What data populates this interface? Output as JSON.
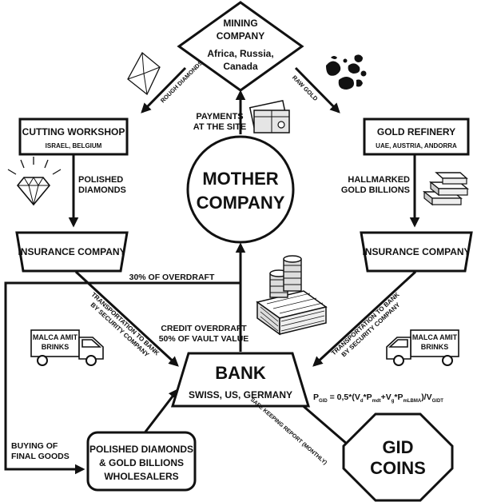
{
  "nodes": {
    "mining": {
      "line1": "MINING",
      "line2": "COMPANY",
      "line3": "Africa, Russia,",
      "line4": "Canada"
    },
    "cutting": {
      "title": "CUTTING WORKSHOP",
      "sub": "ISRAEL, BELGIUM"
    },
    "refinery": {
      "title": "GOLD REFINERY",
      "sub": "UAE, AUSTRIA, ANDORRA"
    },
    "mother": {
      "line1": "MOTHER",
      "line2": "COMPANY"
    },
    "insurance_left": {
      "title": "INSURANCE COMPANY"
    },
    "insurance_right": {
      "title": "INSURANCE COMPANY"
    },
    "bank": {
      "title": "BANK",
      "sub": "SWISS, US, GERMANY"
    },
    "wholesalers": {
      "line1": "POLISHED DIAMONDS",
      "line2": "& GOLD BILLIONS",
      "line3": "WHOLESALERS"
    },
    "gid": {
      "line1": "GID",
      "line2": "COINS"
    }
  },
  "edges": {
    "rough_diamonds": "ROUGH DIAMONDS",
    "raw_gold": "RAW GOLD",
    "payments_1": "PAYMENTS",
    "payments_2": "AT THE SITE",
    "polished_1": "POLISHED",
    "polished_2": "DIAMONDS",
    "hallmarked_1": "HALLMARKED",
    "hallmarked_2": "GOLD BILLIONS",
    "overdraft_30": "30% OF OVERDRAFT",
    "credit_1": "CREDIT OVERDRAFT",
    "credit_2": "50% OF VAULT VALUE",
    "transport_left_1": "TRANSPORTATION TO BANK",
    "transport_left_2": "BY SECURITY COMPANY",
    "transport_right_1": "TRANSPORTATION TO BANK",
    "transport_right_2": "BY SECURITY COMPANY",
    "safe_keeping": "SAFE KEEPING REPORT (MONTHLY)",
    "buying_1": "BUYING OF",
    "buying_2": "FINAL GOODS"
  },
  "trucks": {
    "left_1": "MALCA AMIT",
    "left_2": "BRINKS",
    "right_1": "MALCA AMIT",
    "right_2": "BRINKS"
  },
  "formula": {
    "p": "P",
    "p_sub": "GID",
    "eq": " = 0,5*(V",
    "d_sub": "d",
    "mult1": "*P",
    "mdt_sub": "mdt",
    "plus": "+V",
    "g_sub": "g",
    "mult2": "*P",
    "lbma_sub": "mLBMA",
    "close": ")/V",
    "gidt_sub": "GIDT"
  },
  "icons": [
    "diamond-crystal-icon",
    "gold-nuggets-icon",
    "cash-wallet-icon",
    "cut-diamond-icon",
    "gold-bars-icon",
    "money-stack-icon",
    "armored-truck-icon"
  ]
}
